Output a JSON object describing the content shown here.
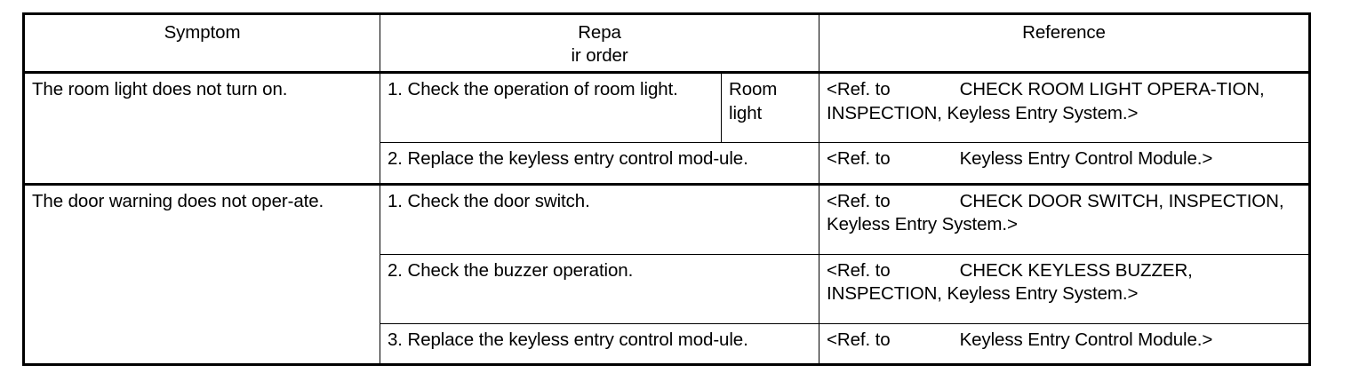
{
  "table": {
    "headers": {
      "symptom": "Symptom",
      "repair_order_line1": "Repa",
      "repair_order_line2": "ir order",
      "reference": "Reference"
    },
    "groups": [
      {
        "symptom": "The room light does not turn on.",
        "rows": [
          {
            "repair_order": "1. Check the operation of room light.",
            "repair_sub": "Room light",
            "has_sub": true,
            "reference_prefix": "<Ref. to",
            "reference_body": "CHECK ROOM LIGHT OPERA-TION, INSPECTION, Keyless Entry System.>"
          },
          {
            "repair_order": "2. Replace the keyless entry control mod-ule.",
            "repair_sub": "",
            "has_sub": false,
            "reference_prefix": "<Ref. to",
            "reference_body": "Keyless Entry Control Module.>"
          }
        ]
      },
      {
        "symptom": "The door warning does not oper-ate.",
        "rows": [
          {
            "repair_order": "1. Check the door switch.",
            "repair_sub": "",
            "has_sub": false,
            "reference_prefix": "<Ref. to",
            "reference_body": "CHECK DOOR SWITCH, INSPECTION, Keyless Entry System.>"
          },
          {
            "repair_order": "2. Check the buzzer operation.",
            "repair_sub": "",
            "has_sub": false,
            "reference_prefix": "<Ref. to",
            "reference_body": "CHECK KEYLESS BUZZER, INSPECTION, Keyless Entry System.>"
          },
          {
            "repair_order": "3. Replace the keyless entry control mod-ule.",
            "repair_sub": "",
            "has_sub": false,
            "reference_prefix": "<Ref. to",
            "reference_body": "Keyless Entry Control Module.>"
          }
        ]
      }
    ]
  }
}
